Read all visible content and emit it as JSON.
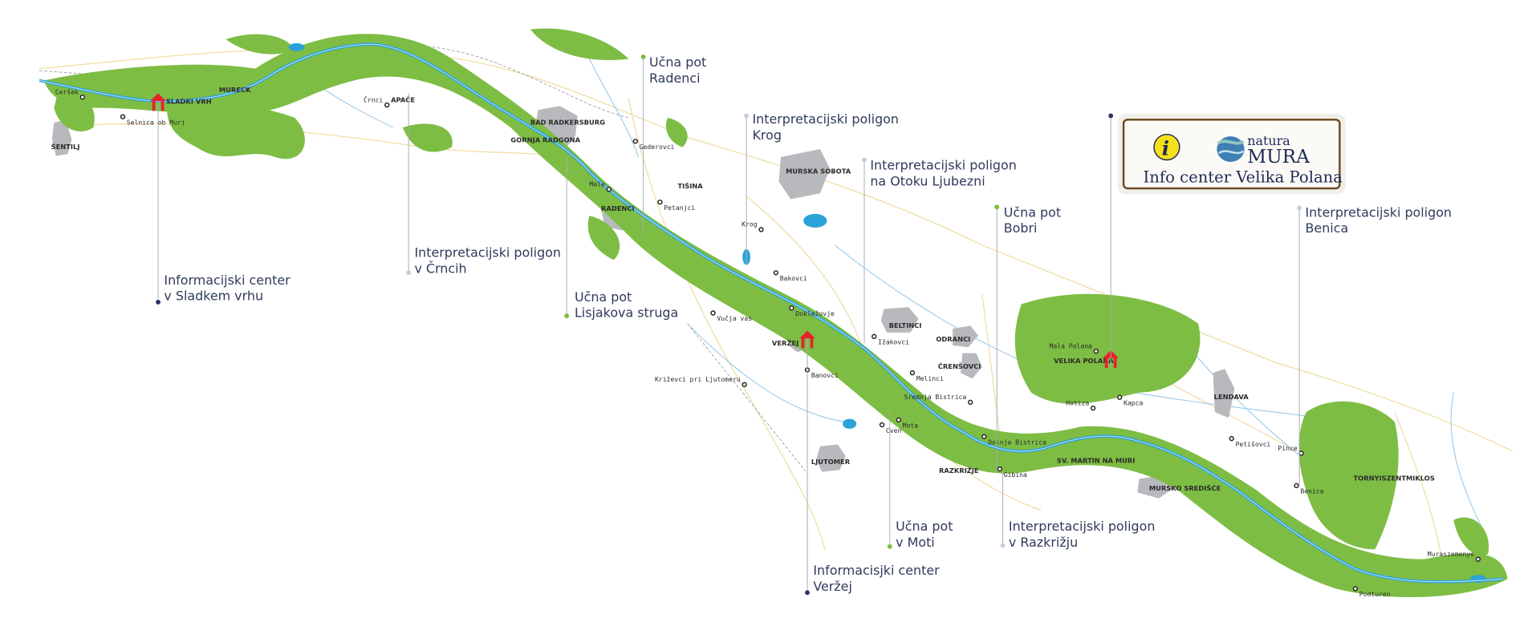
{
  "colors": {
    "forest": "#7dbd44",
    "river": "#2ba3d8",
    "town": "#b8b9bd",
    "callout_text": "#2f3a5c",
    "dot_info": "#2a3566",
    "dot_trail": "#7dbd44",
    "dot_polygon": "#c8cbe0",
    "house": "#e8202a"
  },
  "callouts": [
    {
      "type": "info",
      "lines": [
        "Informacijski center",
        "v Sladkem vrhu"
      ]
    },
    {
      "type": "polygon",
      "lines": [
        "Interpretacijski poligon",
        "v Črncih"
      ]
    },
    {
      "type": "trail",
      "lines": [
        "Učna pot",
        "Lisjakova struga"
      ]
    },
    {
      "type": "trail",
      "lines": [
        "Učna pot",
        "Radenci"
      ]
    },
    {
      "type": "polygon",
      "lines": [
        "Interpretacijski poligon",
        "Krog"
      ]
    },
    {
      "type": "polygon",
      "lines": [
        "Interpretacijski poligon",
        "na Otoku Ljubezni"
      ]
    },
    {
      "type": "trail",
      "lines": [
        "Učna pot",
        "Bobri"
      ]
    },
    {
      "type": "polygon",
      "lines": [
        "Interpretacijski poligon",
        "Benica"
      ]
    },
    {
      "type": "trail",
      "lines": [
        "Učna pot",
        "v Moti"
      ]
    },
    {
      "type": "polygon",
      "lines": [
        "Interpretacijski poligon",
        "v Razkrižju"
      ]
    },
    {
      "type": "info",
      "lines": [
        "Informacisjki center",
        "Veržej"
      ]
    },
    {
      "type": "info",
      "lines": []
    }
  ],
  "info_box": {
    "info_icon": "i",
    "logo_line1": "natura",
    "logo_line2": "MURA",
    "title": "Info center Velika Polana"
  },
  "towns": [
    "ŠENTILJ",
    "SLADKI VRH",
    "MURECK",
    "APAČE",
    "BAD RADKERSBURG",
    "GORNJA RADGONA",
    "RADENCI",
    "TIŠINA",
    "MURSKA SOBOTA",
    "VERŽEJ",
    "BELTINCI",
    "ODRANCI",
    "ČRENŠOVCI",
    "VELIKA POLANA",
    "LENDAVA",
    "LJUTOMER",
    "RAZKRIŽJE",
    "SV. MARTIN NA MURI",
    "MURSKO SREDIŠĆE",
    "TORNYISZENTMIKLOS"
  ],
  "villages": [
    "Ceršak",
    "Selnica ob Muri",
    "Črnci",
    "Gederovci",
    "Mele",
    "Petanjci",
    "Krog",
    "Bakovci",
    "Vučja vas",
    "Dokležovje",
    "Banovci",
    "Križevci pri Ljutomeru",
    "Ižakovci",
    "Melinci",
    "Srednja Bistrica",
    "Mota",
    "Cven",
    "Dolnja Bistrica",
    "Gibina",
    "Mala Polana",
    "Kapca",
    "Hotiza",
    "Petišovci",
    "Pince",
    "Benica",
    "Muraszemenye",
    "Podturen"
  ]
}
